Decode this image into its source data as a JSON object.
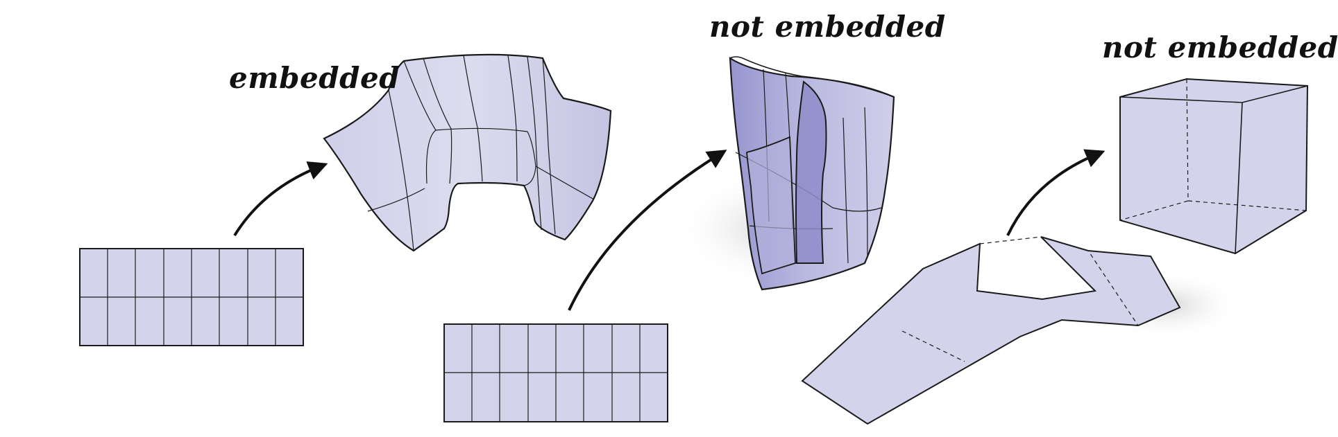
{
  "labels": {
    "first": "embedded",
    "second": "not embedded",
    "third": "not embedded"
  },
  "colors": {
    "fill": "#d3d3eb",
    "fill_dark": "#8d8cc9",
    "fill_mid": "#b2b1dc",
    "stroke": "#1a1a1a",
    "shadow": "#e3e3e3"
  }
}
